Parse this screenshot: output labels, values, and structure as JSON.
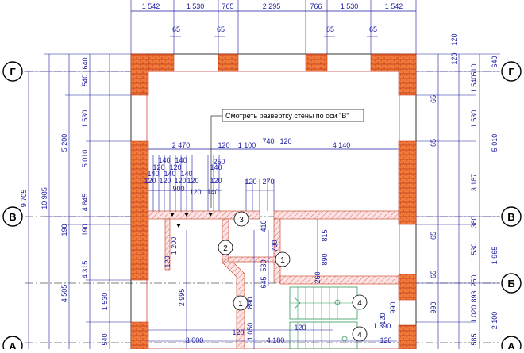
{
  "top_dims": [
    "1 542",
    "1 530",
    "765",
    "2 295",
    "766",
    "1 530",
    "1 542"
  ],
  "top_small_dims": [
    "65",
    "65",
    "65",
    "65"
  ],
  "axes": [
    "Г",
    "В",
    "Б",
    "А"
  ],
  "left_dims_outer": [
    "9 705",
    "10 985",
    "5 200",
    "4 505"
  ],
  "left_dims_inner": [
    "640",
    "1 540",
    "1 530",
    "5 010",
    "4 845",
    "190",
    "190",
    "4 315",
    "1 530",
    "540"
  ],
  "right_dims": [
    "640",
    "120",
    "120",
    "510",
    "1 540",
    "65",
    "1 530",
    "5 010",
    "65",
    "3 187",
    "380",
    "65",
    "1 965",
    "1 530",
    "65",
    "250",
    "893",
    "1 020",
    "2 100",
    "990",
    "585"
  ],
  "note": "Смотреть развертку стены по оси \"В\"",
  "plan_dims": [
    "2 470",
    "120",
    "1 100",
    "740",
    "120",
    "4 140",
    "140",
    "140",
    "120",
    "120",
    "140",
    "140",
    "140",
    "140",
    "120",
    "120",
    "120",
    "120",
    "120",
    "900",
    "140",
    "120",
    "250",
    "120",
    "270",
    "410",
    "815",
    "1 200",
    "790",
    "890",
    "530",
    "645",
    "260",
    "120",
    "2 995",
    "890",
    "990",
    "1 050",
    "120",
    "3 000",
    "4 180",
    "1 390",
    "120",
    "120",
    "120"
  ],
  "markers": [
    "1",
    "1",
    "2",
    "3",
    "4",
    "4"
  ]
}
